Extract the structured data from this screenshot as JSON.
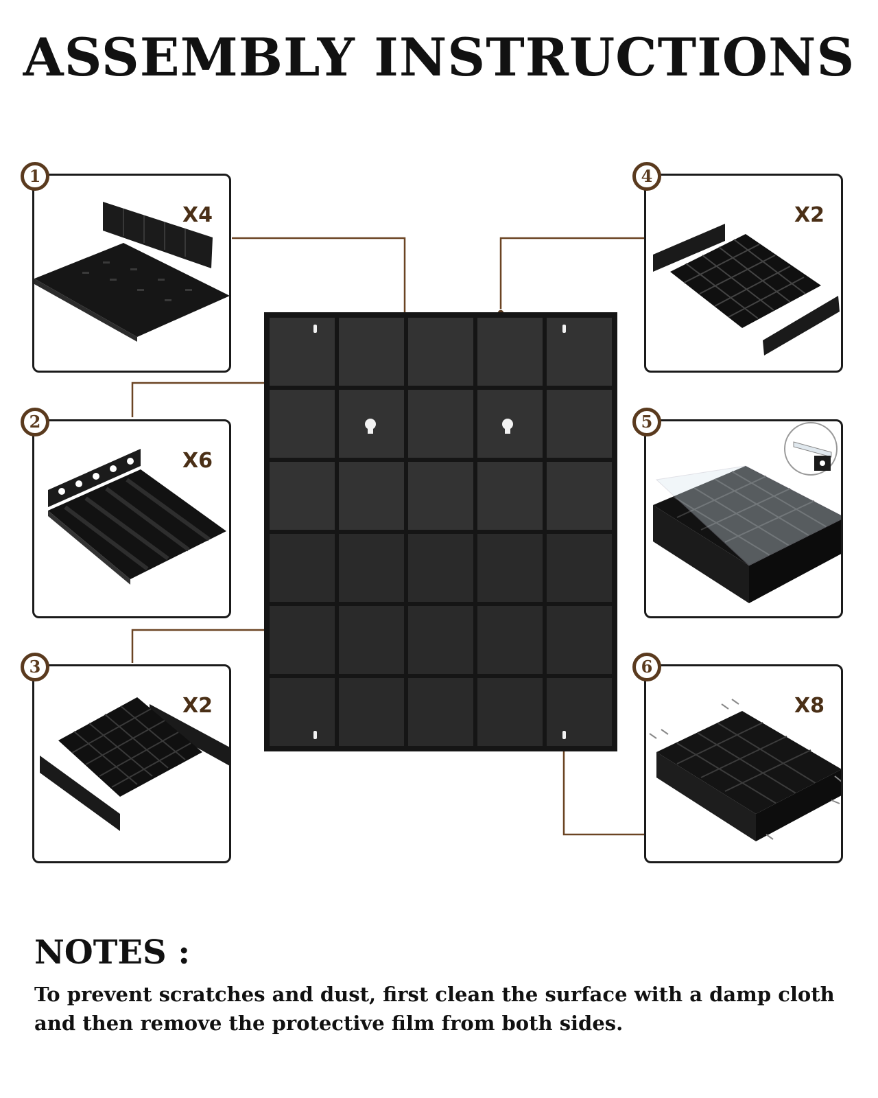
{
  "title": "ASSEMBLY INSTRUCTIONS",
  "steps": [
    {
      "number": "1",
      "quantity": "X4"
    },
    {
      "number": "2",
      "quantity": "X6"
    },
    {
      "number": "3",
      "quantity": "X2"
    },
    {
      "number": "4",
      "quantity": "X2"
    },
    {
      "number": "5",
      "quantity": ""
    },
    {
      "number": "6",
      "quantity": "X8"
    }
  ],
  "cabinet": {
    "columns": 5,
    "rows": 6
  },
  "colors": {
    "accent": "#5a3a1e",
    "line": "#6b4423",
    "cabinet": "#2b2b2b",
    "cabinet_frame": "#111111"
  },
  "notes": {
    "title": "NOTES :",
    "text": "To prevent scratches and dust, first clean the surface with a damp cloth and then remove the protective film from both sides."
  }
}
